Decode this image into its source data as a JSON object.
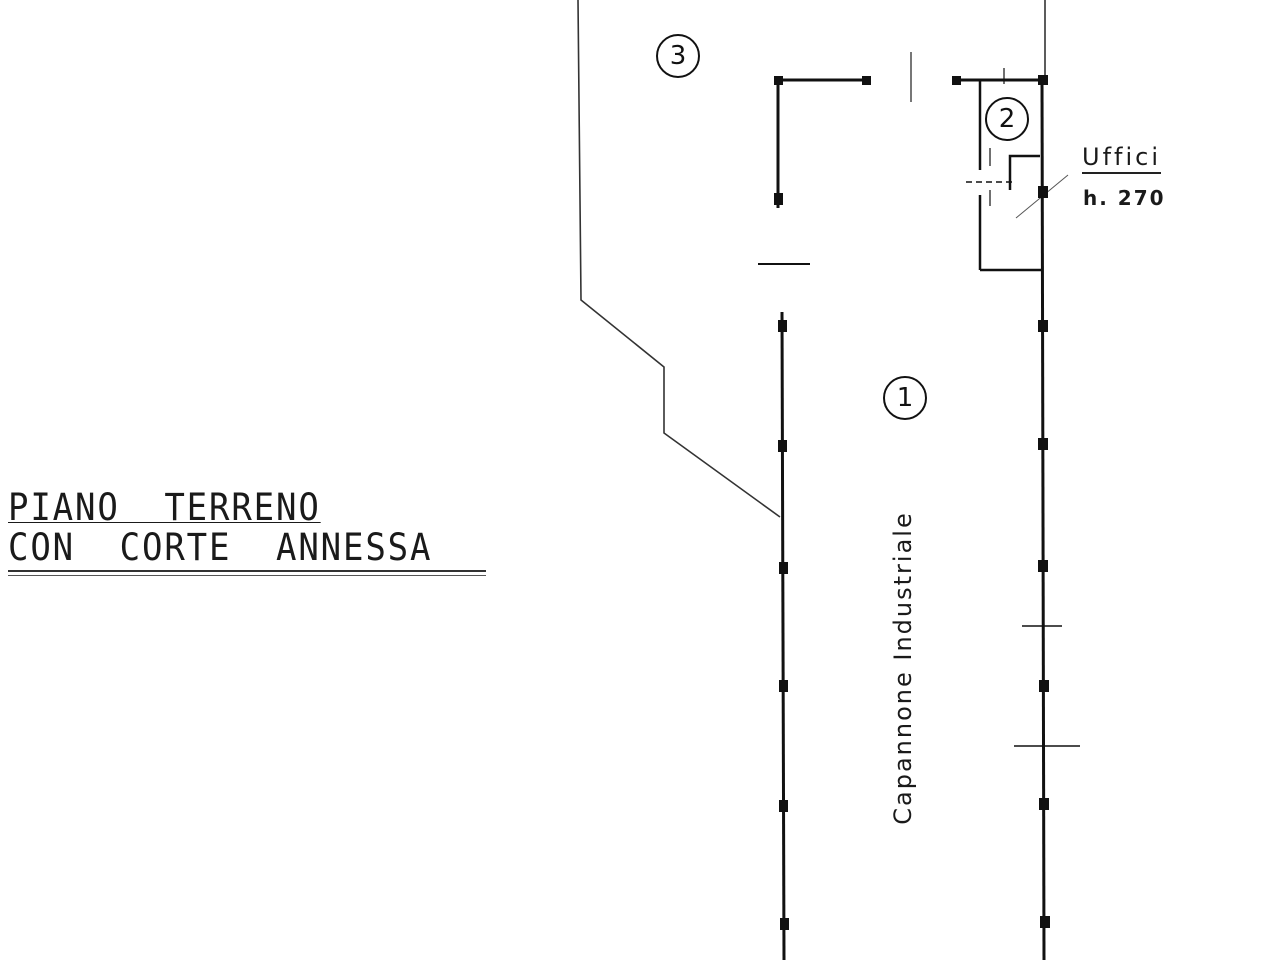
{
  "title": {
    "line1": "PIANO  TERRENO",
    "line2": "CON  CORTE  ANNESSA"
  },
  "rooms": {
    "badge1": "1",
    "badge2": "2",
    "badge3": "3",
    "hall_label": "Capannone Industriale",
    "offices_label": "Uffici",
    "offices_height": "h. 270"
  },
  "colors": {
    "ink": "#111111",
    "paper": "#ffffff"
  }
}
